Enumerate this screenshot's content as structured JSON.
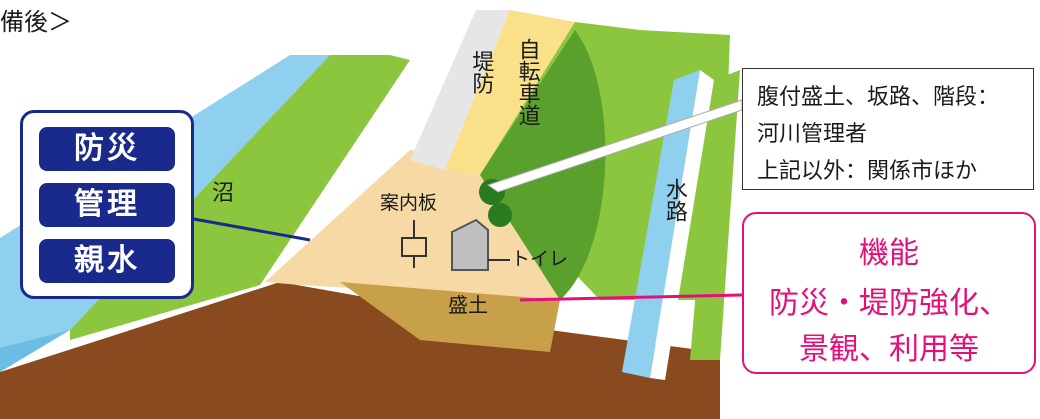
{
  "heading": "備後＞",
  "purpose_box": {
    "items": [
      "防災",
      "管理",
      "親水"
    ]
  },
  "labels": {
    "marsh": "沼",
    "signboard": "案内板",
    "toilet": "トイレ",
    "fill": "盛土",
    "levee": "堤防",
    "bike_path": "自転車道",
    "waterway": "水路"
  },
  "owner_box": {
    "lines": [
      "腹付盛土、坂路、階段：",
      "河川管理者",
      "上記以外：関係市ほか"
    ]
  },
  "function_box": {
    "title": "機能",
    "lines": [
      "防災・堤防強化、",
      "景観、利用等"
    ]
  },
  "colors": {
    "water": "#8fd0ee",
    "grass_light": "#8cc63f",
    "grass_dark": "#5aa02c",
    "fill_top": "#f7d9a6",
    "fill_soil": "#c9a04a",
    "ground": "#8a4a1f",
    "bike_path": "#fbe08a",
    "levee_path": "#e6e6e6",
    "purpose_blue": "#1a2a8c",
    "function_pink": "#e4107a"
  }
}
